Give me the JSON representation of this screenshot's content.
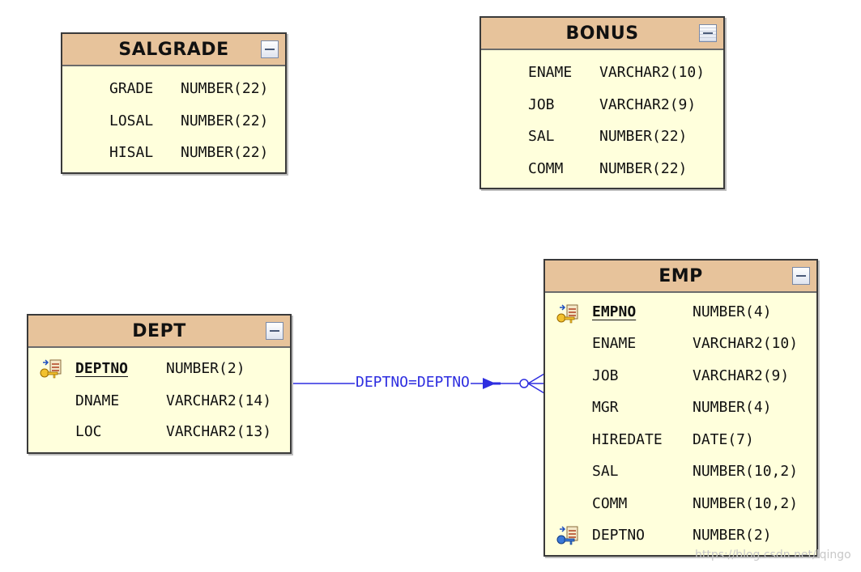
{
  "tables": {
    "salgrade": {
      "title": "SALGRADE",
      "columns": [
        {
          "name": "GRADE",
          "type": "NUMBER(22)"
        },
        {
          "name": "LOSAL",
          "type": "NUMBER(22)"
        },
        {
          "name": "HISAL",
          "type": "NUMBER(22)"
        }
      ]
    },
    "bonus": {
      "title": "BONUS",
      "columns": [
        {
          "name": "ENAME",
          "type": "VARCHAR2(10)"
        },
        {
          "name": "JOB",
          "type": "VARCHAR2(9)"
        },
        {
          "name": "SAL",
          "type": "NUMBER(22)"
        },
        {
          "name": "COMM",
          "type": "NUMBER(22)"
        }
      ]
    },
    "dept": {
      "title": "DEPT",
      "columns": [
        {
          "name": "DEPTNO",
          "type": "NUMBER(2)",
          "key": "primary"
        },
        {
          "name": "DNAME",
          "type": "VARCHAR2(14)"
        },
        {
          "name": "LOC",
          "type": "VARCHAR2(13)"
        }
      ]
    },
    "emp": {
      "title": "EMP",
      "columns": [
        {
          "name": "EMPNO",
          "type": "NUMBER(4)",
          "key": "primary"
        },
        {
          "name": "ENAME",
          "type": "VARCHAR2(10)"
        },
        {
          "name": "JOB",
          "type": "VARCHAR2(9)"
        },
        {
          "name": "MGR",
          "type": "NUMBER(4)"
        },
        {
          "name": "HIREDATE",
          "type": "DATE(7)"
        },
        {
          "name": "SAL",
          "type": "NUMBER(10,2)"
        },
        {
          "name": "COMM",
          "type": "NUMBER(10,2)"
        },
        {
          "name": "DEPTNO",
          "type": "NUMBER(2)",
          "key": "foreign"
        }
      ]
    }
  },
  "relationship": {
    "label": "DEPTNO=DEPTNO",
    "color": "#2e2ee0"
  },
  "icons": {
    "collapse": "collapse-icon",
    "primary_key": "primary-key-icon",
    "foreign_key": "foreign-key-icon"
  },
  "colors": {
    "header": "#e7c39b",
    "body": "#ffffdc",
    "border": "#3a3a3a"
  },
  "watermark": "https://blog.csdn.net/lqingo"
}
